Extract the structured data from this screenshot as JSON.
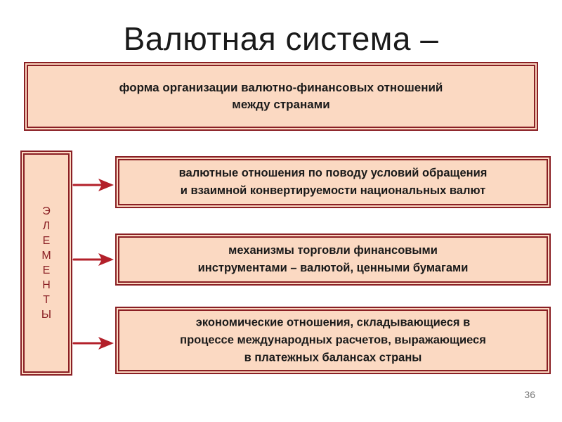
{
  "slide": {
    "title": "Валютная система –",
    "definition_line1": "форма организации валютно-финансовых отношений",
    "definition_line2": "между странами",
    "elements_vertical": [
      "Э",
      "Л",
      "Е",
      "М",
      "Е",
      "Н",
      "Т",
      "Ы"
    ],
    "elements": [
      {
        "lines": [
          "валютные отношения по поводу условий обращения",
          "и взаимной конвертируемости национальных валют"
        ]
      },
      {
        "lines": [
          "механизмы торговли финансовыми",
          "инструментами – валютой, ценными бумагами"
        ]
      },
      {
        "lines": [
          "экономические отношения, складывающиеся в",
          "процессе международных расчетов, выражающиеся",
          "в платежных балансах страны"
        ]
      }
    ],
    "page_number": "36"
  },
  "colors": {
    "box_fill": "#fbd9c2",
    "border": "#8a1f24",
    "arrow": "#b3202a"
  },
  "icons": [
    "arrow-right-icon"
  ]
}
